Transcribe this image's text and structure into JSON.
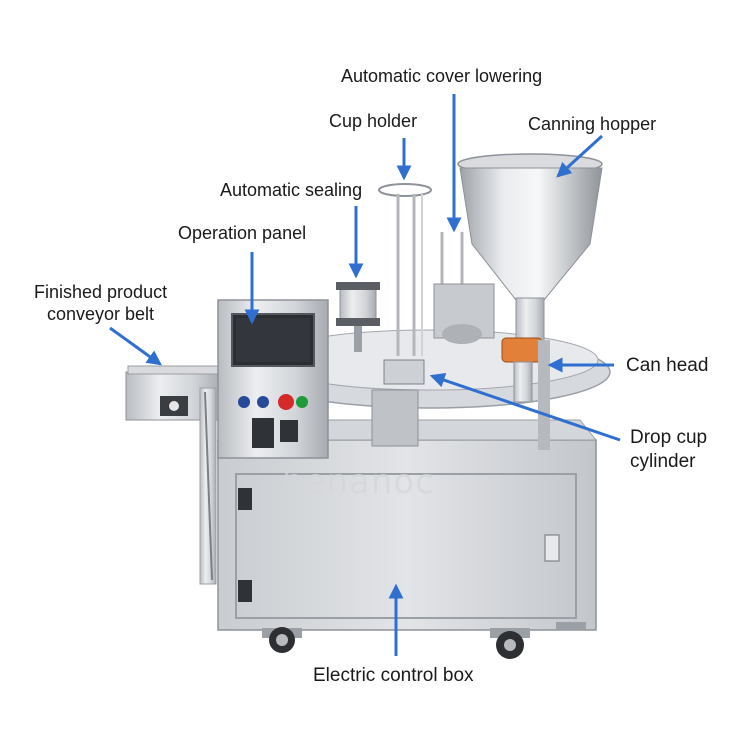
{
  "watermark": "henanoc",
  "colors": {
    "arrow": "#2f6fd0",
    "steel_light": "#e3e5e8",
    "steel_mid": "#c5c8cd",
    "steel_dark": "#8e9299",
    "screen": "#2b2e33",
    "stop_button": "#d42a2a"
  },
  "labels": {
    "cover_lowering": "Automatic cover lowering",
    "cup_holder": "Cup holder",
    "canning_hopper": "Canning hopper",
    "auto_sealing": "Automatic sealing",
    "operation_panel": "Operation panel",
    "finished_conveyor": "Finished product\nconveyor belt",
    "can_head": "Can head",
    "drop_cup": "Drop cup\ncylinder",
    "control_box": "Electric control box"
  }
}
